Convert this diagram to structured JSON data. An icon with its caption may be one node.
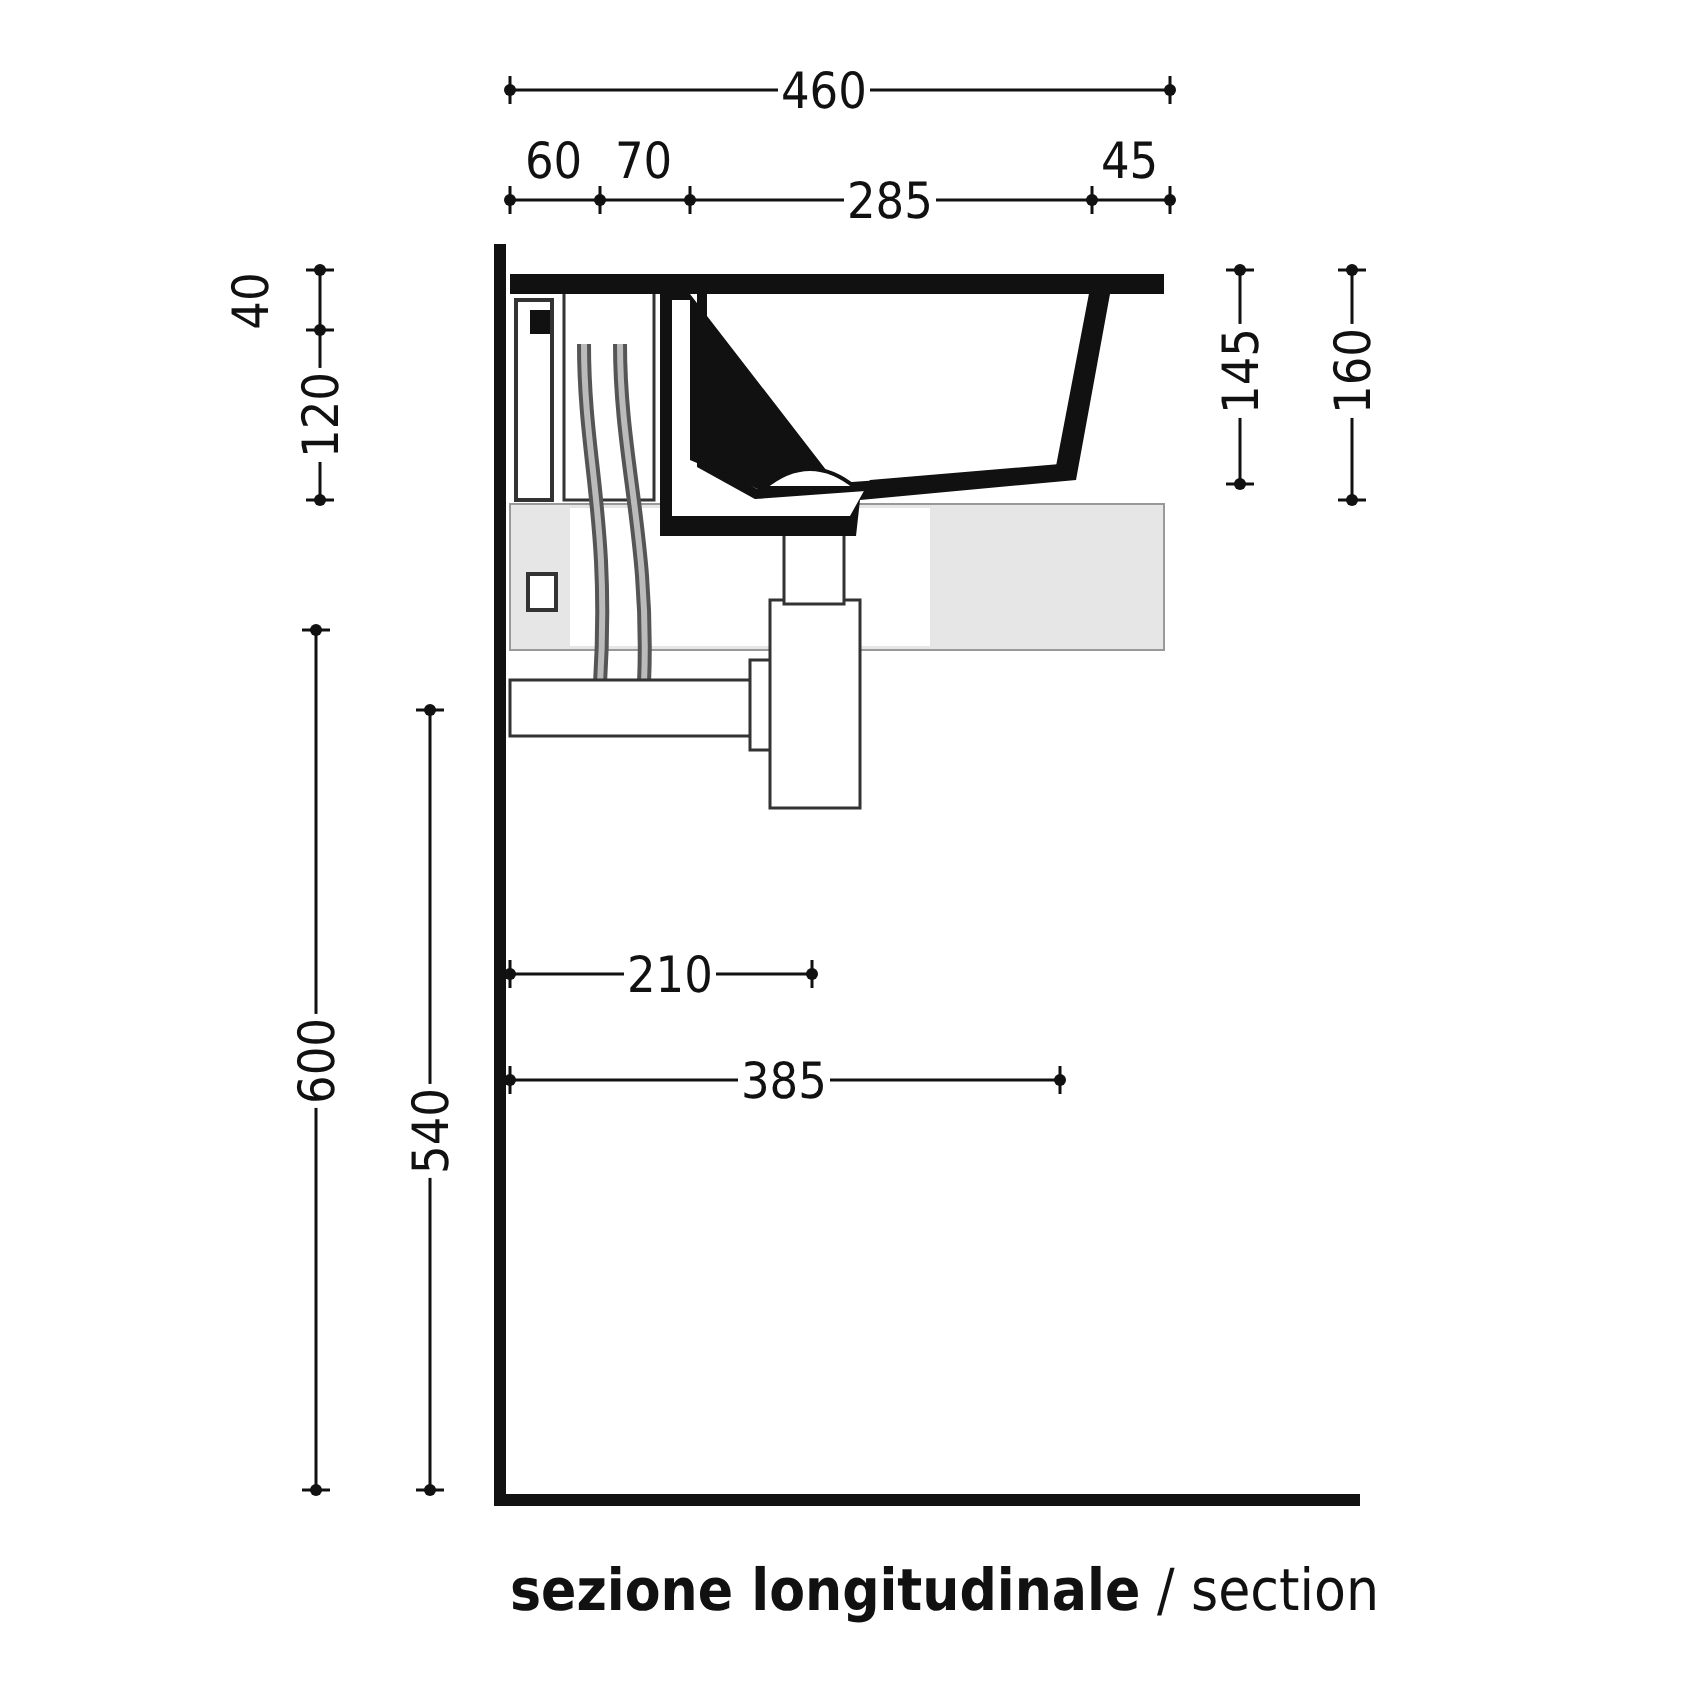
{
  "diagram": {
    "caption": "**sezione longitudinale** / section",
    "labels": [
      "460",
      "60",
      "70",
      "285",
      "45",
      "40",
      "120",
      "145",
      "160",
      "600",
      "540",
      "210",
      "385"
    ]
  }
}
